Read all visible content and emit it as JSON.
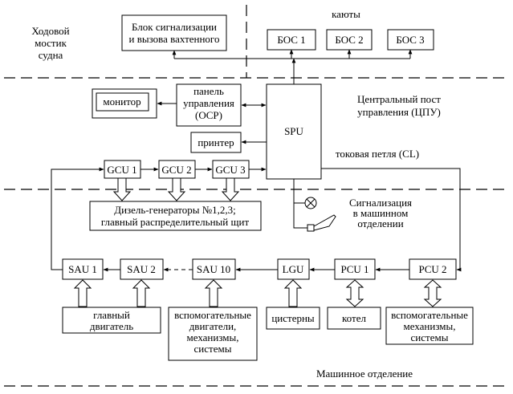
{
  "zones": {
    "bridge": [
      "Ходовой",
      "мостик",
      "судна"
    ],
    "cabins": "каюты",
    "ecr": [
      "Центральный пост",
      "управления (ЦПУ)"
    ],
    "engine_alarm": [
      "Сигнализация",
      "в машинном",
      "отделении"
    ],
    "engine_room": "Машинное отделение"
  },
  "blocks": {
    "alarm_block": [
      "Блок сигнализации",
      "и вызова вахтенного"
    ],
    "bos1": "БОС 1",
    "bos2": "БОС 2",
    "bos3": "БОС 3",
    "monitor": "монитор",
    "panel": [
      "панель",
      "управления",
      "(OCP)"
    ],
    "printer": "принтер",
    "spu": "SPU",
    "gcu1": "GCU 1",
    "gcu2": "GCU 2",
    "gcu3": "GCU 3",
    "diesel": [
      "Дизель-генераторы №1,2,3;",
      "главный распределительный щит"
    ],
    "sau1": "SAU 1",
    "sau2": "SAU  2",
    "sau10": "SAU 10",
    "lgu": "LGU",
    "pcu1": "PCU 1",
    "pcu2": "PCU 2",
    "main_engine": [
      "главный",
      "двигатель"
    ],
    "aux_engines": [
      "вспомогательные",
      "двигатели,",
      "механизмы,",
      "системы"
    ],
    "tanks": "цистерны",
    "boiler": "котел",
    "aux_mech": [
      "вспомогательные",
      "механизмы,",
      "системы"
    ]
  },
  "current_loop": "токовая петля (CL)"
}
